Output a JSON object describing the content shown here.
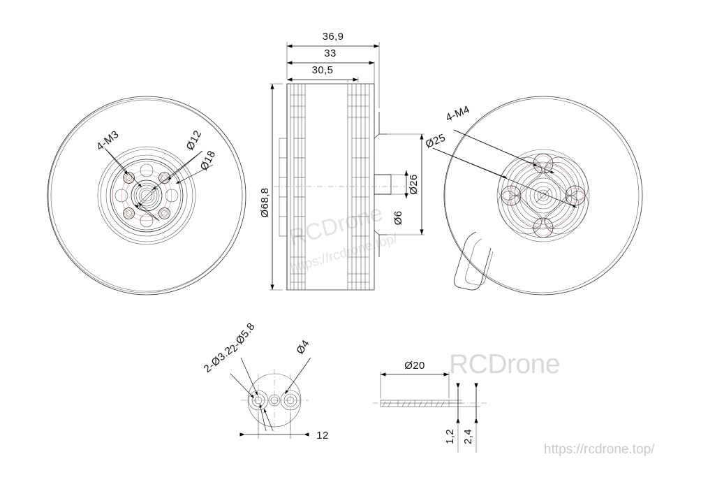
{
  "document": {
    "title": "Brushless Motor Technical Drawing",
    "units": "mm",
    "background_color": "#ffffff",
    "line_color": "#2b2b2b",
    "construction_color": "#c08a8a",
    "watermark_color": "#d8d8d8"
  },
  "watermarks": {
    "center_brand": "RCDrone",
    "center_url": "https://rcdrone.top/",
    "large_brand": "RCDrone",
    "footer_url": "https://rcdrone.top/"
  },
  "views": {
    "front": {
      "name": "front-view",
      "labels": [
        {
          "id": "front-4m3",
          "text": "4-M3"
        },
        {
          "id": "front-d12",
          "text": "Ø12"
        },
        {
          "id": "front-d18",
          "text": "Ø18"
        }
      ]
    },
    "section": {
      "name": "section-view",
      "labels": [
        {
          "id": "sec-369",
          "text": "36,9"
        },
        {
          "id": "sec-33",
          "text": "33"
        },
        {
          "id": "sec-305",
          "text": "30,5"
        },
        {
          "id": "sec-d688",
          "text": "Ø68,8"
        },
        {
          "id": "sec-d26",
          "text": "Ø26"
        },
        {
          "id": "sec-d6",
          "text": "Ø6"
        }
      ]
    },
    "rear": {
      "name": "rear-view",
      "labels": [
        {
          "id": "rear-4m4",
          "text": "4-M4"
        },
        {
          "id": "rear-d25",
          "text": "Ø25"
        }
      ]
    },
    "detail_prop_adapter": {
      "name": "prop-adapter-detail-view",
      "labels": [
        {
          "id": "det-2d58",
          "text": "2-Ø5.8"
        },
        {
          "id": "det-2d32",
          "text": "2-Ø3.2"
        },
        {
          "id": "det-d4",
          "text": "Ø4"
        },
        {
          "id": "det-12",
          "text": "12"
        }
      ]
    },
    "detail_washer": {
      "name": "washer-side-view",
      "labels": [
        {
          "id": "wash-d20",
          "text": "Ø20"
        },
        {
          "id": "wash-12",
          "text": "1,2"
        },
        {
          "id": "wash-24",
          "text": "2,4"
        }
      ]
    }
  }
}
